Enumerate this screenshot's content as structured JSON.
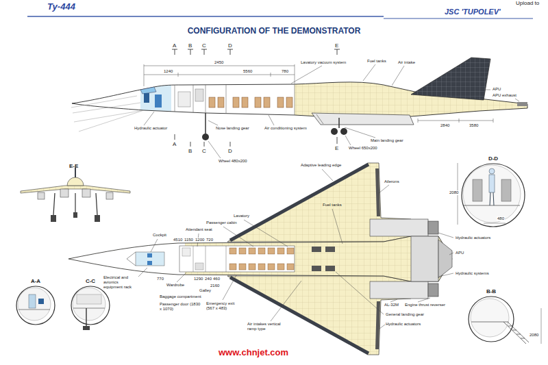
{
  "diagram": {
    "title": "CONFIGURATION OF THE DEMONSTRATOR",
    "nodes": [
      {
        "text": [
          "A-A"
        ]
      },
      {
        "text": [
          "C-C"
        ]
      },
      {
        "text": [
          "D-D"
        ]
      },
      {
        "text": [
          "B-B"
        ]
      }
    ],
    "labels": [
      "Ту-444",
      "JSC 'TUPOLEV'",
      "Upload to",
      "A",
      "B",
      "C",
      "D",
      "E",
      "2450",
      "1240",
      "5560",
      "780",
      "Lavatory vacuum system",
      "Fuel tanks",
      "Air intake",
      "APU",
      "APU exhaust",
      "2840",
      "3580",
      "Hydraulic actuator",
      "Nose landing gear",
      "Air conditioning system",
      "A",
      "B",
      "C",
      "D",
      "E",
      "Wheel 480x200",
      "Main landing gear",
      "Wheel 650x200",
      "E-E",
      "Adaptive leading edge",
      "Ailerons",
      "Fuel tanks",
      "Lavatory",
      "Passenger cabin",
      "Attendant seat",
      "Cockpit",
      "4510",
      "1150",
      "1200",
      "720",
      "Electrical and avionics equipment rack",
      "770",
      "Wardrobe",
      "1290",
      "240",
      "460",
      "2160",
      "Galley",
      "Baggage compartment",
      "Passenger door (1830 x 1070)",
      "Emergency exit (567 x 483)",
      "Air intakes vertical ramp type",
      "AL-32M",
      "Engine thrust reverser",
      "General landing gear",
      "Hydraulic actuators",
      "Hydraulic actuators",
      "APU",
      "Hydraulic systems",
      "2080",
      "480",
      "2080",
      "www.chnjet.com"
    ]
  }
}
